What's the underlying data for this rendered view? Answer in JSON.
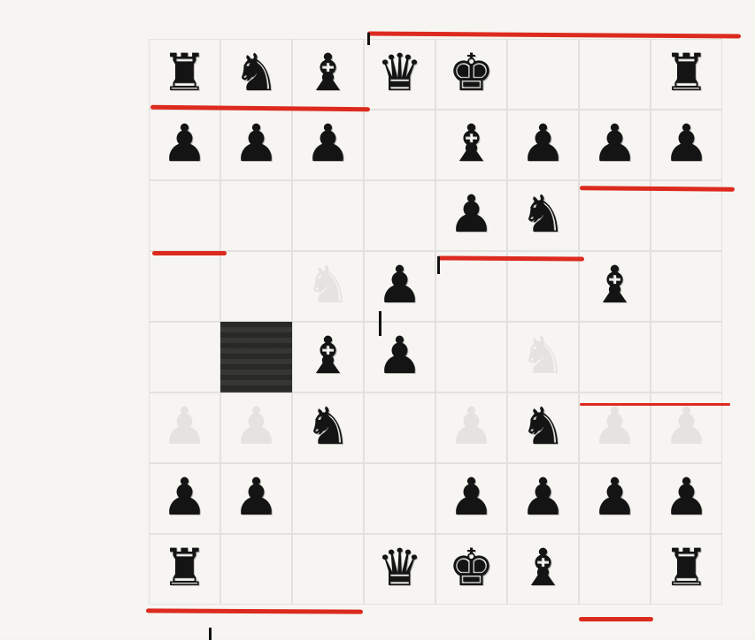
{
  "board": {
    "rows": [
      [
        "♜",
        "♞",
        "♝",
        "♛",
        "♚",
        "",
        "",
        "♜"
      ],
      [
        "♟",
        "♟",
        "♟",
        "",
        "♝",
        "♟",
        "♟",
        "♟"
      ],
      [
        "",
        "",
        "",
        "",
        "♟",
        "♞",
        "",
        ""
      ],
      [
        "",
        "",
        "",
        "♟",
        "",
        "",
        "♝",
        ""
      ],
      [
        "",
        "",
        "♝",
        "♟",
        "",
        "",
        "",
        ""
      ],
      [
        "",
        "",
        "♞",
        "",
        "",
        "♞",
        "",
        ""
      ],
      [
        "♟",
        "♟",
        "",
        "",
        "♟",
        "♟",
        "♟",
        "♟"
      ],
      [
        "♜",
        "",
        "",
        "♛",
        "♚",
        "♝",
        "",
        "♜"
      ]
    ],
    "ghost_pieces": [
      {
        "row": 3,
        "col": 2,
        "glyph": "♞"
      },
      {
        "row": 4,
        "col": 5,
        "glyph": "♞"
      },
      {
        "row": 5,
        "col": 0,
        "glyph": "♟"
      },
      {
        "row": 5,
        "col": 1,
        "glyph": "♟"
      },
      {
        "row": 5,
        "col": 4,
        "glyph": "♟"
      },
      {
        "row": 5,
        "col": 6,
        "glyph": "♟"
      },
      {
        "row": 5,
        "col": 7,
        "glyph": "♟"
      }
    ],
    "dark_square": {
      "row": 4,
      "col": 1
    },
    "colors": {
      "ink": "#141414",
      "marker_red": "#dd2a1f",
      "paper": "#f6f5f1"
    }
  }
}
